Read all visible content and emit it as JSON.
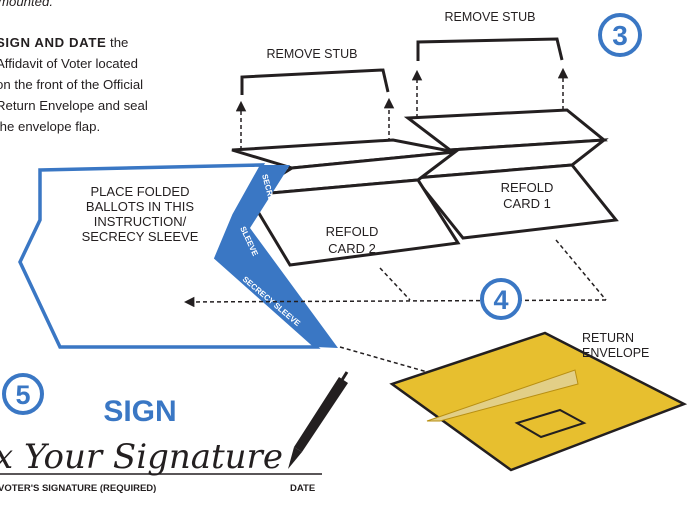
{
  "top_text": "mounted.",
  "instruction": {
    "lead": "SIGN AND DATE",
    "line1_rest": "the",
    "lines": [
      "Affidavit of Voter located",
      "on the front of the Official",
      "Return Envelope and seal",
      "the envelope flap."
    ]
  },
  "steps": {
    "three": "3",
    "four": "4",
    "five": "5"
  },
  "labels": {
    "remove_stub_left": "REMOVE STUB",
    "remove_stub_right": "REMOVE STUB",
    "refold_card_1": [
      "REFOLD",
      "CARD 1"
    ],
    "refold_card_2": [
      "REFOLD",
      "CARD 2"
    ],
    "sleeve_text": [
      "PLACE FOLDED",
      "BALLOTS IN THIS",
      "INSTRUCTION/",
      "SECRECY SLEEVE"
    ],
    "sleeve_band": [
      "SECRECY",
      "SLEEVE",
      "SECRECY SLEEVE"
    ],
    "return_envelope": [
      "RETURN",
      "ENVELOPE"
    ]
  },
  "signature": {
    "sign_heading": "SIGN",
    "script_text": "x Your Signature",
    "voter_label": "VOTER'S SIGNATURE (REQUIRED)",
    "date_label": "DATE"
  },
  "colors": {
    "blue": "#3a77c4",
    "gold": "#e7bf2f",
    "gold_dark": "#b88f12",
    "flap": "#e2cf87",
    "ink": "#231f20"
  },
  "icons": {
    "pen": "pen-icon"
  }
}
